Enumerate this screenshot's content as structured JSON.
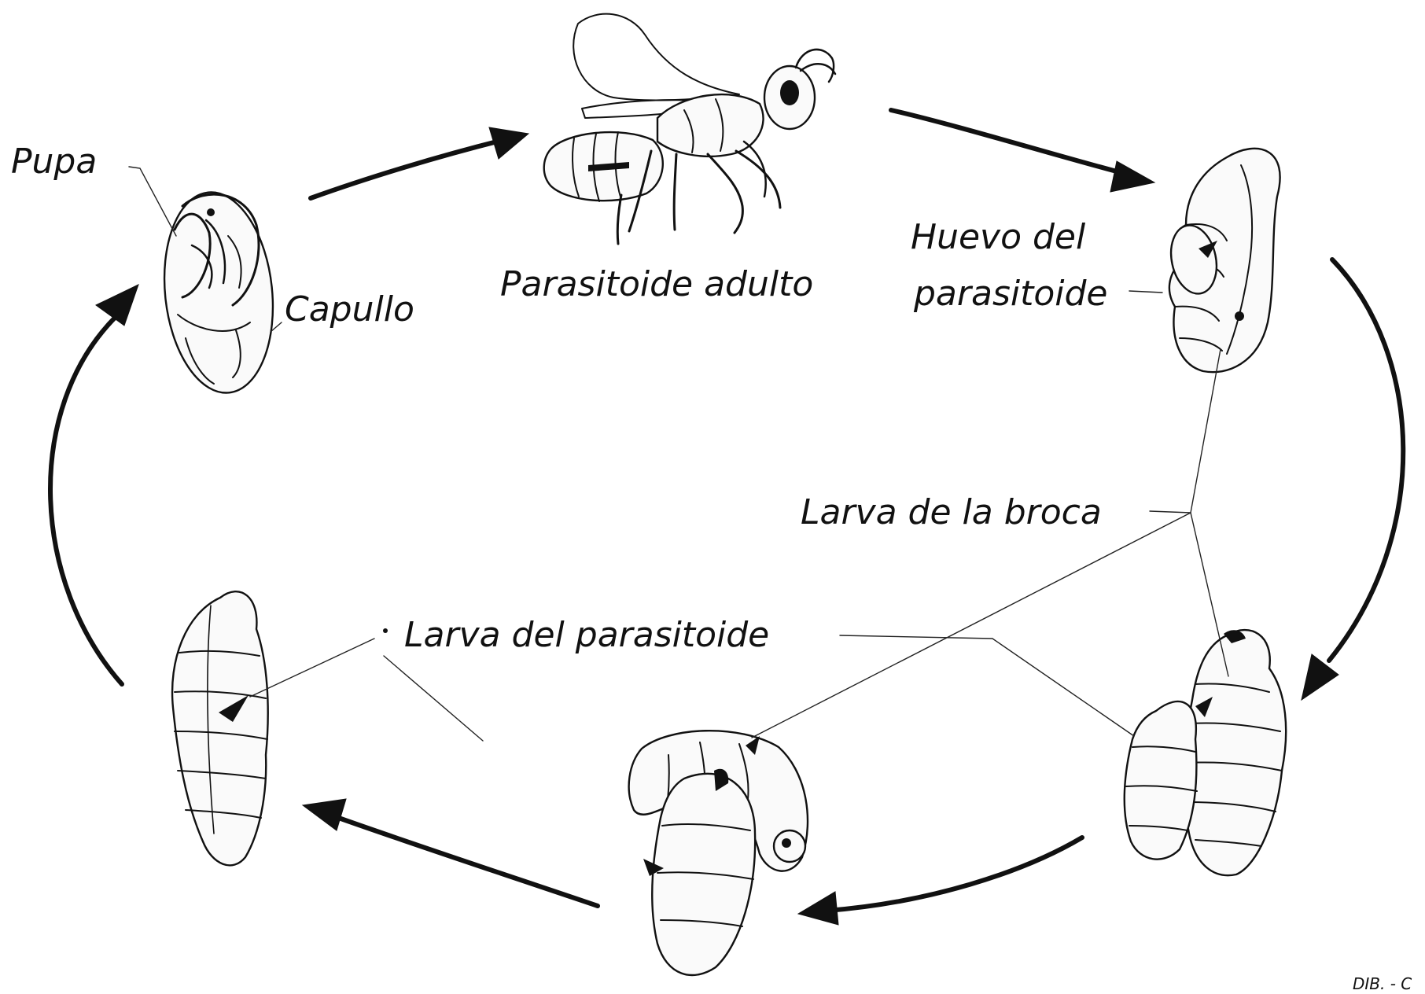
{
  "diagram": {
    "labels": {
      "pupa": "Pupa",
      "capullo": "Capullo",
      "parasitoide_adulto": "Parasitoide adulto",
      "huevo_line1": "Huevo del",
      "huevo_line2": "parasitoide",
      "larva_broca": "Larva de la broca",
      "larva_parasitoide": "Larva del parasitoide"
    },
    "credit": "DIB. - C",
    "ink_color": "#111111",
    "background_color": "#ffffff"
  }
}
